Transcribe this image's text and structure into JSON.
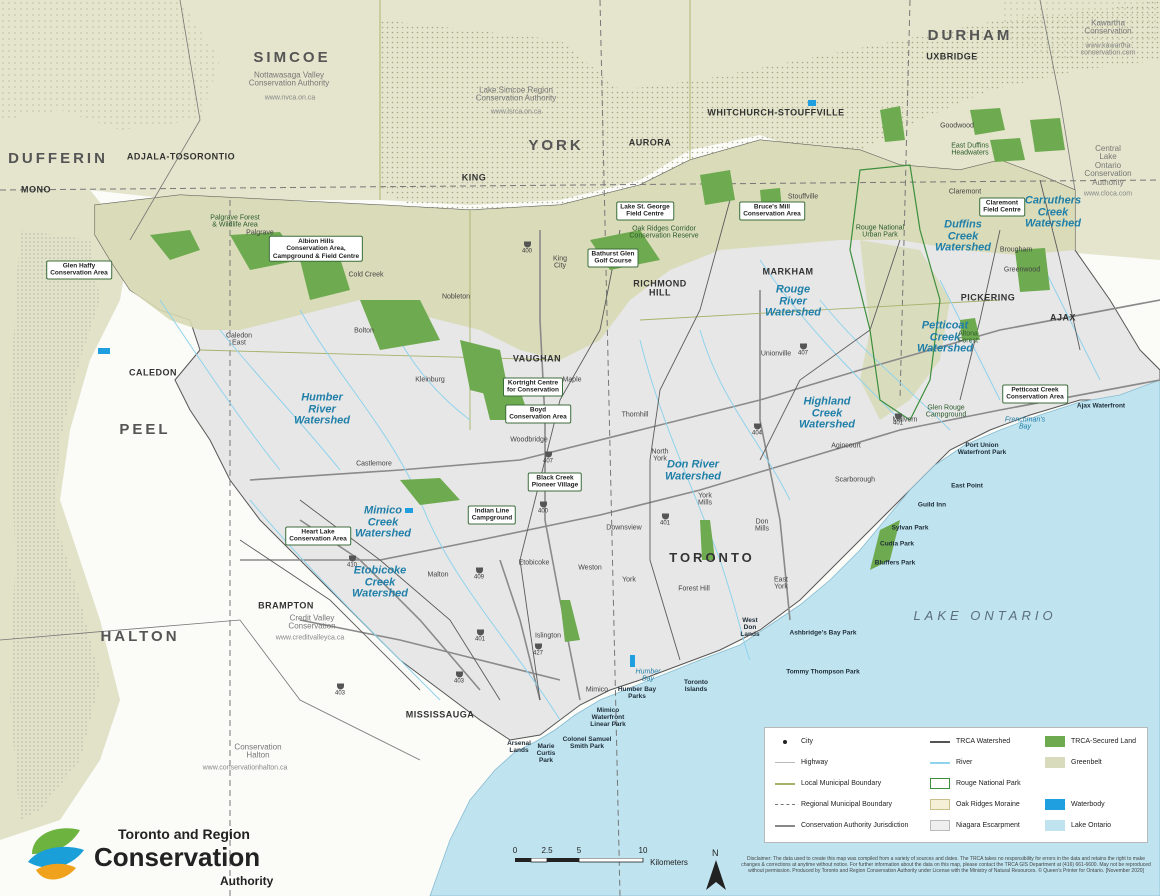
{
  "regions": {
    "simcoe": "SIMCOE",
    "durham": "DURHAM",
    "york": "YORK",
    "dufferin": "DUFFERIN",
    "peel": "PEEL",
    "halton": "HALTON"
  },
  "conservation_authorities": {
    "nottawasaga": {
      "name": "Nottawasaga Valley\nConservation Authority",
      "url": "www.nvca.on.ca"
    },
    "lake_simcoe": {
      "name": "Lake Simcoe Region\nConservation Authority",
      "url": "www.lsrca.on.ca"
    },
    "kawartha": {
      "name": "Kawartha\nConservation",
      "url": "www.kawartha\nconservation.com"
    },
    "central_lake": {
      "name": "Central\nLake\nOntario\nConservation\nAuthority",
      "url": "www.cloca.com"
    },
    "credit_valley": {
      "name": "Credit Valley\nConservation",
      "url": "www.creditvalleyca.ca"
    },
    "halton": {
      "name": "Conservation\nHalton",
      "url": "www.conservationhalton.ca"
    }
  },
  "municipalities": {
    "uxbridge": "UXBRIDGE",
    "whitchurch": "WHITCHURCH-STOUFFVILLE",
    "aurora": "AURORA",
    "king": "KING",
    "adjala": "ADJALA-TOSORONTIO",
    "mono": "MONO",
    "caledon": "CALEDON",
    "richmond_hill": "RICHMOND\nHILL",
    "markham": "MARKHAM",
    "pickering": "PICKERING",
    "ajax": "AJAX",
    "vaughan": "VAUGHAN",
    "toronto": "TORONTO",
    "brampton": "BRAMPTON",
    "mississauga": "MISSISSAUGA"
  },
  "towns": {
    "goodwood": "Goodwood",
    "stouffville": "Stouffville",
    "brougham": "Brougham",
    "greenwood": "Greenwood",
    "claremont": "Claremont",
    "king_city": "King\nCity",
    "palgrave": "Palgrave",
    "cold_creek": "Cold Creek",
    "nobleton": "Nobleton",
    "caledon_east": "Caledon\nEast",
    "bolton": "Bolton",
    "kleinburg": "Kleinburg",
    "maple": "Maple",
    "unionville": "Unionville",
    "thornhill": "Thornhill",
    "woodbridge": "Woodbridge",
    "north_york": "North\nYork",
    "york_mills": "York\nMills",
    "don_mills": "Don\nMills",
    "agincourt": "Agincourt",
    "scarborough": "Scarborough",
    "malvern": "Malvern",
    "castlemore": "Castlemore",
    "downsview": "Downsview",
    "weston": "Weston",
    "etobicoke": "Etobicoke",
    "islington": "Islington",
    "forest_hill": "Forest Hill",
    "york": "York",
    "east_york": "East\nYork",
    "malton": "Malton",
    "mimico": "Mimico"
  },
  "watersheds": {
    "humber": "Humber\nRiver\nWatershed",
    "duffins": "Duffins\nCreek\nWatershed",
    "carruthers": "Carruthers\nCreek\nWatershed",
    "rouge": "Rouge\nRiver\nWatershed",
    "petticoat": "Petticoat\nCreek\nWatershed",
    "highland": "Highland\nCreek\nWatershed",
    "don": "Don River\nWatershed",
    "mimico": "Mimico\nCreek\nWatershed",
    "etobicoke": "Etobicoke\nCreek\nWatershed"
  },
  "callouts": {
    "glen_haffy": "Glen Haffy\nConservation Area",
    "albion_hills": "Albion Hills\nConservation Area,\nCampground & Field Centre",
    "lake_st_george": "Lake St. George\nField Centre",
    "bathurst_glen": "Bathurst Glen\nGolf Course",
    "bruces_mill": "Bruce's Mill\nConservation Area",
    "claremont_fc": "Claremont\nField Centre",
    "kortright": "Kortright Centre\nfor Conservation",
    "boyd": "Boyd\nConservation Area",
    "black_creek": "Black Creek\nPioneer Village",
    "indian_line": "Indian Line\nCampground",
    "heart_lake": "Heart Lake\nConservation Area",
    "petticoat_ca": "Petticoat Creek\nConservation Area"
  },
  "land_labels": {
    "fairway_swamp": "Palgrave Forest\n& Wildlife Area",
    "oak_ridges_corridor": "Oak Ridges Corridor\nConservation Reserve",
    "east_duffins": "East Duffins\nHeadwaters",
    "altona": "Altona\nForest",
    "rouge_park": "Rouge National\nUrban Park",
    "glen_rouge": "Glen Rouge\nCampground",
    "frenchmans_bay": "Frenchman's\nBay",
    "humber_bay": "Humber\nBay"
  },
  "waterfront": {
    "ajax_waterfront": "Ajax Waterfront",
    "port_union": "Port Union\nWaterfront Park",
    "east_point": "East Point",
    "guild_inn": "Guild Inn",
    "sylvan": "Sylvan Park",
    "cudia": "Cudia Park",
    "bluffers": "Bluffers Park",
    "ashbridges": "Ashbridge's Bay Park",
    "tommy_thompson": "Tommy Thompson Park",
    "west_don": "West\nDon\nLands",
    "toronto_islands": "Toronto\nIslands",
    "humber_bay_parks": "Humber Bay\nParks",
    "mimico_linear": "Mimico\nWaterfront\nLinear Park",
    "colonel_sam": "Colonel Samuel\nSmith Park",
    "marie_curtis": "Marie\nCurtis\nPark",
    "arsenal": "Arsenal\nLands"
  },
  "highways": [
    "400",
    "407",
    "404",
    "401",
    "427",
    "410",
    "409",
    "403",
    "407",
    "400",
    "401",
    "401",
    "403"
  ],
  "lake_label": "LAKE ONTARIO",
  "legend": {
    "items": [
      {
        "label": "City",
        "symbol": "dot"
      },
      {
        "label": "Highway",
        "symbol": "highway"
      },
      {
        "label": "Local Municipal Boundary",
        "symbol": "local-boundary"
      },
      {
        "label": "Regional Municipal Boundary",
        "symbol": "regional-boundary"
      },
      {
        "label": "Conservation Authority Jurisdiction",
        "symbol": "ca-jurisdiction"
      },
      {
        "label": "TRCA Watershed",
        "symbol": "watershed-line"
      },
      {
        "label": "River",
        "symbol": "river"
      },
      {
        "label": "Rouge National Park",
        "symbol": "rouge-park"
      },
      {
        "label": "Oak Ridges Moraine",
        "symbol": "moraine"
      },
      {
        "label": "Niagara Escarpment",
        "symbol": "escarpment"
      },
      {
        "label": "TRCA-Secured Land",
        "symbol": "trca-land",
        "color": "#6eaa4f"
      },
      {
        "label": "Greenbelt",
        "symbol": "greenbelt",
        "color": "#d9dbbd"
      },
      {
        "label": "Waterbody",
        "symbol": "waterbody",
        "color": "#1f9fe0"
      },
      {
        "label": "Lake Ontario",
        "symbol": "lake",
        "color": "#bfe3ef"
      }
    ]
  },
  "logo": {
    "line1": "Toronto and Region",
    "line2": "Conservation",
    "line3": "Authority"
  },
  "scale": {
    "ticks": [
      "0",
      "2.5",
      "5",
      "10"
    ],
    "unit": "Kilometers"
  },
  "north_label": "N",
  "disclaimer": "Disclaimer: The data used to create this map was compiled from a variety of sources and dates. The TRCA takes no responsibility for errors in the data and retains the right to make changes & corrections at anytime without notice. For further information about the data on this map, please contact the TRCA GIS Department at (416) 661-6600. May not be reproduced without permission. Produced by Toronto and Region Conservation Authority under License with the Ministry of Natural Resources. © Queen's Printer for Ontario. [November 2020]",
  "colors": {
    "lake_ontario": "#bfe3ef",
    "trca_land": "#6eaa4f",
    "greenbelt": "#d9dbbd",
    "waterbody": "#1f9fe0",
    "watershed_fill": "#e6e6e6",
    "river": "#8fd3ec"
  }
}
